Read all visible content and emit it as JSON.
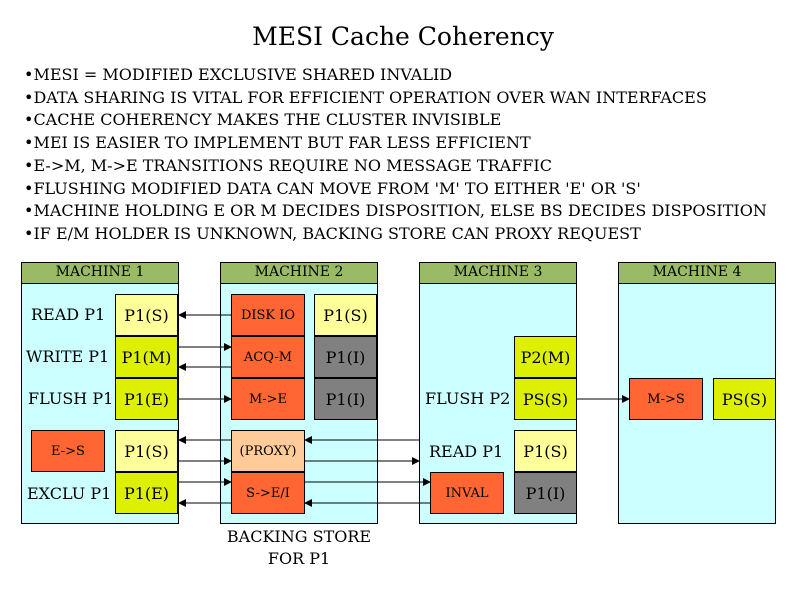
{
  "title": "MESI Cache Coherency",
  "bullets": [
    "MESI = MODIFIED EXCLUSIVE SHARED INVALID",
    "DATA SHARING IS VITAL FOR EFFICIENT OPERATION OVER WAN INTERFACES",
    "CACHE COHERENCY MAKES THE CLUSTER INVISIBLE",
    "MEI IS EASIER TO IMPLEMENT BUT FAR LESS EFFICIENT",
    "E->M, M->E TRANSITIONS REQUIRE NO MESSAGE TRAFFIC",
    "FLUSHING MODIFIED DATA CAN MOVE FROM 'M' TO EITHER 'E' OR 'S'",
    "MACHINE HOLDING E OR M DECIDES DISPOSITION, ELSE BS DECIDES DISPOSITION",
    "IF E/M HOLDER IS UNKNOWN, BACKING STORE CAN PROXY REQUEST"
  ],
  "machines": [
    {
      "title": "MACHINE 1",
      "labels": [
        "READ P1",
        "WRITE P1",
        "FLUSH P1",
        "EXCLU P1"
      ],
      "cells": [
        "P1(S)",
        "P1(M)",
        "P1(E)",
        "P1(S)",
        "P1(E)",
        "E->S"
      ]
    },
    {
      "title": "MACHINE 2",
      "cells": [
        "DISK IO",
        "ACQ-M",
        "M->E",
        "(PROXY)",
        "S->E/I",
        "P1(S)",
        "P1(I)",
        "P1(I)"
      ],
      "footer": [
        "BACKING STORE",
        "FOR P1"
      ]
    },
    {
      "title": "MACHINE 3",
      "labels": [
        "FLUSH P2",
        "READ P1"
      ],
      "cells": [
        "P2(M)",
        "PS(S)",
        "P1(S)",
        "P1(I)",
        "INVAL"
      ]
    },
    {
      "title": "MACHINE 4",
      "cells": [
        "M->S",
        "PS(S)"
      ]
    }
  ],
  "colors": {
    "panel": "#ccffff",
    "header": "#99bb66",
    "shared": "#ffff99",
    "modified_exclusive": "#ddf000",
    "invalid": "#808080",
    "action": "#ff6633",
    "proxy": "#ffcc99"
  }
}
